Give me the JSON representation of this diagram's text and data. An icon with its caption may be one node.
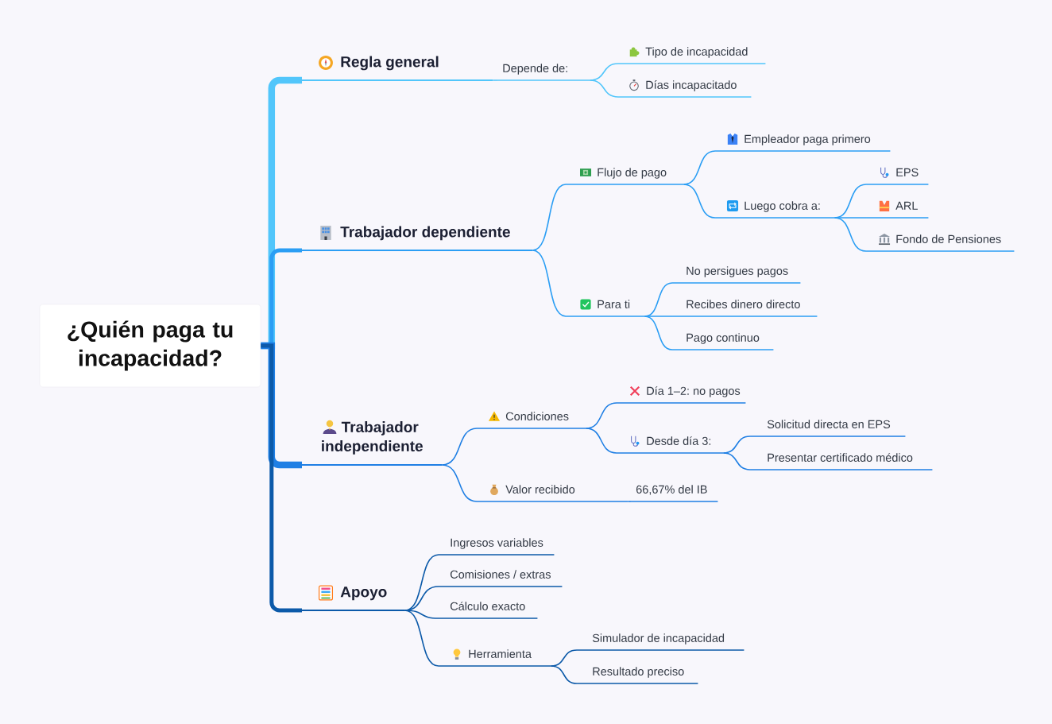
{
  "diagram": {
    "nodes": [
      {
        "text": [
          "¿Quién paga tu incapacidad?"
        ]
      },
      {
        "text": [
          "Regla general"
        ]
      },
      {
        "text": [
          "Depende de:"
        ]
      },
      {
        "text": [
          "Tipo de incapacidad"
        ]
      },
      {
        "text": [
          "Días incapacitado"
        ]
      },
      {
        "text": [
          "Trabajador dependiente"
        ]
      },
      {
        "text": [
          "Flujo de pago"
        ]
      },
      {
        "text": [
          "Empleador paga primero"
        ]
      },
      {
        "text": [
          "Luego cobra a:"
        ]
      },
      {
        "text": [
          "EPS"
        ]
      },
      {
        "text": [
          "ARL"
        ]
      },
      {
        "text": [
          "Fondo de Pensiones"
        ]
      },
      {
        "text": [
          "Para ti"
        ]
      },
      {
        "text": [
          "No persigues pagos"
        ]
      },
      {
        "text": [
          "Recibes dinero directo"
        ]
      },
      {
        "text": [
          "Pago continuo"
        ]
      },
      {
        "text": [
          "Trabajador independiente"
        ]
      },
      {
        "text": [
          "Condiciones"
        ]
      },
      {
        "text": [
          "Día 1–2: no pagos"
        ]
      },
      {
        "text": [
          "Desde día 3:"
        ]
      },
      {
        "text": [
          "Solicitud directa en EPS"
        ]
      },
      {
        "text": [
          "Presentar certificado médico"
        ]
      },
      {
        "text": [
          "Valor recibido"
        ]
      },
      {
        "text": [
          "66,67% del IB"
        ]
      },
      {
        "text": [
          "Apoyo"
        ]
      },
      {
        "text": [
          "Ingresos variables"
        ]
      },
      {
        "text": [
          "Comisiones / extras"
        ]
      },
      {
        "text": [
          "Cálculo exacto"
        ]
      },
      {
        "text": [
          "Herramienta"
        ]
      },
      {
        "text": [
          "Simulador de incapacidad"
        ]
      },
      {
        "text": [
          "Resultado preciso"
        ]
      }
    ],
    "edges": [
      {
        "from": 0,
        "to": 1,
        "arrow": "none",
        "style": "thick",
        "color": "#52c6fb"
      },
      {
        "from": 1,
        "to": 2,
        "arrow": "none",
        "color": "#52c6fb"
      },
      {
        "from": 2,
        "to": 3,
        "arrow": "none",
        "color": "#52c6fb"
      },
      {
        "from": 2,
        "to": 4,
        "arrow": "none",
        "color": "#52c6fb"
      },
      {
        "from": 0,
        "to": 5,
        "arrow": "none",
        "style": "thick"
      },
      {
        "from": 5,
        "to": 6,
        "arrow": "none"
      },
      {
        "from": 6,
        "to": 7,
        "arrow": "none"
      },
      {
        "from": 6,
        "to": 8,
        "arrow": "none"
      },
      {
        "from": 8,
        "to": 9,
        "arrow": "none"
      },
      {
        "from": 8,
        "to": 10,
        "arrow": "none"
      },
      {
        "from": 8,
        "to": 11,
        "arrow": "none"
      },
      {
        "from": 5,
        "to": 12,
        "arrow": "none"
      },
      {
        "from": 12,
        "to": 13,
        "arrow": "none"
      },
      {
        "from": 12,
        "to": 14,
        "arrow": "none"
      },
      {
        "from": 12,
        "to": 15,
        "arrow": "none"
      },
      {
        "from": 0,
        "to": 16,
        "arrow": "none",
        "style": "thick",
        "color": "#1f7fe4"
      },
      {
        "from": 16,
        "to": 17,
        "arrow": "none",
        "color": "#1f7fe4"
      },
      {
        "from": 17,
        "to": 18,
        "arrow": "none",
        "color": "#1f7fe4"
      },
      {
        "from": 17,
        "to": 19,
        "arrow": "none",
        "color": "#1f7fe4"
      },
      {
        "from": 19,
        "to": 20,
        "arrow": "none",
        "color": "#1f7fe4"
      },
      {
        "from": 19,
        "to": 21,
        "arrow": "none",
        "color": "#1f7fe4"
      },
      {
        "from": 16,
        "to": 22,
        "arrow": "none",
        "color": "#1f7fe4"
      },
      {
        "from": 22,
        "to": 23,
        "arrow": "none",
        "color": "#1f7fe4"
      },
      {
        "from": 0,
        "to": 24,
        "arrow": "none",
        "style": "thick",
        "color": "#0c5aa9"
      },
      {
        "from": 24,
        "to": 25,
        "arrow": "none",
        "color": "#0c5aa9"
      },
      {
        "from": 24,
        "to": 26,
        "arrow": "none",
        "color": "#0c5aa9"
      },
      {
        "from": 24,
        "to": 27,
        "arrow": "none",
        "color": "#0c5aa9"
      },
      {
        "from": 24,
        "to": 28,
        "arrow": "none",
        "color": "#0c5aa9"
      },
      {
        "from": 28,
        "to": 29,
        "arrow": "none",
        "color": "#0c5aa9"
      },
      {
        "from": 28,
        "to": 30,
        "arrow": "none",
        "color": "#0c5aa9"
      }
    ]
  }
}
